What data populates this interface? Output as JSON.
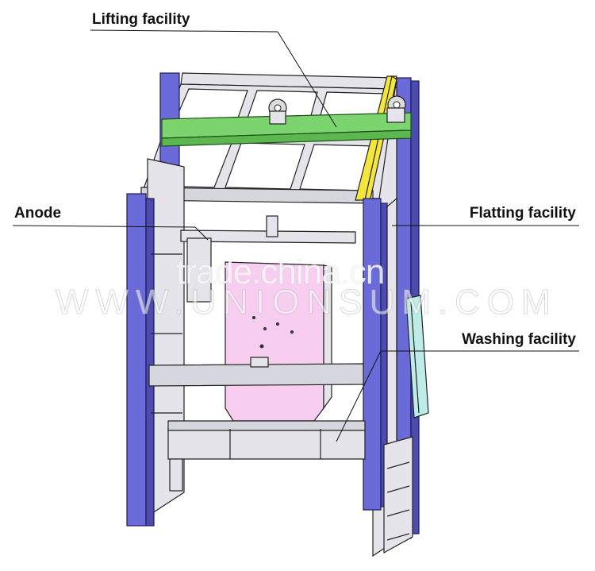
{
  "labels": {
    "lifting": "Lifting facility",
    "anode": "Anode",
    "flatting": "Flatting facility",
    "washing": "Washing facility"
  },
  "watermark": {
    "line1": "trade.china.cn",
    "line2": "WWW.UNIONSUM.COM"
  },
  "colors": {
    "frame": "#6a6ad8",
    "frame_dark": "#4c4cb0",
    "lifting_beam": "#7cd46e",
    "guide_rail": "#f4e63a",
    "anode_plate": "#f7cdf0",
    "washing_tube": "#bdebe8",
    "steel": "#e4e4ea"
  }
}
